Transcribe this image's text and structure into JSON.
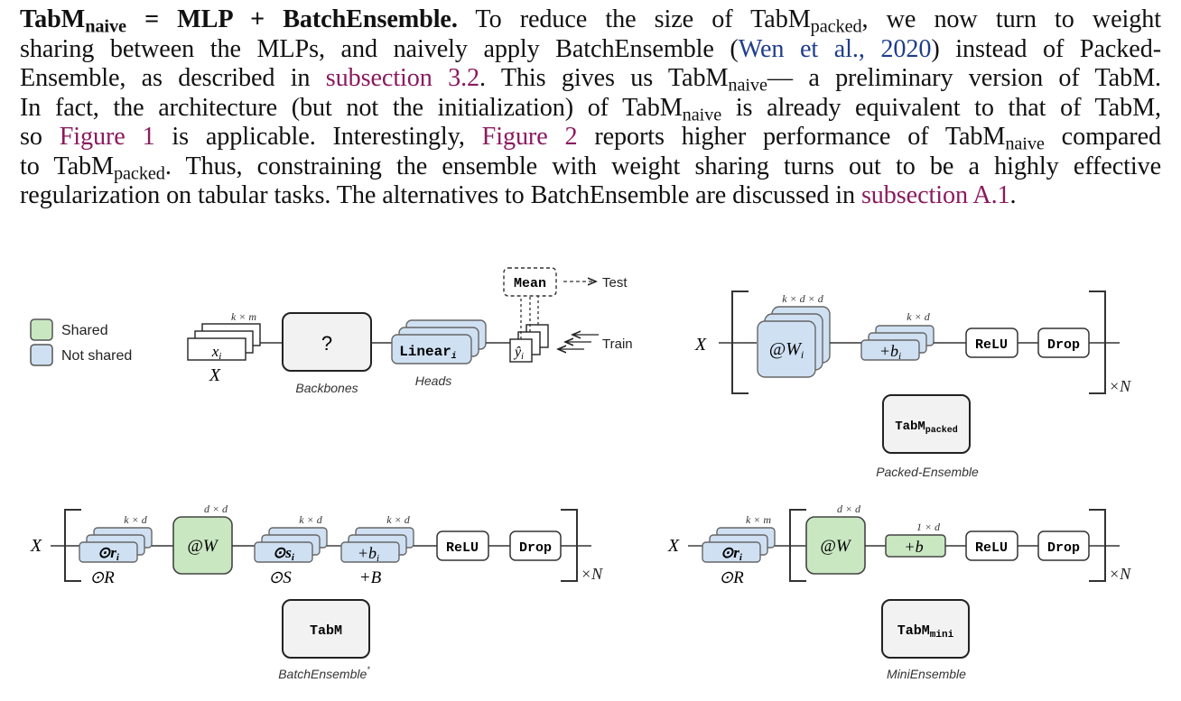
{
  "paragraph": {
    "heading_main": "TabM",
    "heading_sub": "naive",
    "heading_rest": " = MLP + BatchEnsemble.",
    "l1_a": " To reduce the size of TabM",
    "l1_sub": "packed",
    "l1_b": ", we now turn to weight",
    "l2_a": "sharing between the MLPs, and naively apply BatchEnsemble (",
    "l2_link": "Wen et al., 2020",
    "l2_b": ") instead of Packed-",
    "l3_a": "Ensemble, as described in ",
    "l3_link": "subsection 3.2",
    "l3_b": ". This gives us TabM",
    "l3_sub": "naive",
    "l3_c": "— a preliminary version of TabM.",
    "l4_a": "In fact, the architecture (but not the initialization) of TabM",
    "l4_sub": "naive",
    "l4_b": " is already equivalent to that of TabM,",
    "l5_a": "so ",
    "l5_link1": "Figure 1",
    "l5_b": " is applicable. Interestingly, ",
    "l5_link2": "Figure 2",
    "l5_c": " reports higher performance of TabM",
    "l5_sub": "naive",
    "l5_d": " compared",
    "l6_a": "to TabM",
    "l6_sub": "packed",
    "l6_b": ". Thus, constraining the ensemble with weight sharing turns out to be a highly effective",
    "l7_a": "regularization on tabular tasks. The alternatives to BatchEnsemble are discussed in ",
    "l7_link": "subsection A.1",
    "l7_b": "."
  },
  "colors": {
    "shared": "#c9e7c1",
    "not_shared": "#cfe0f2",
    "link_purple": "#8b1a5e",
    "link_blue": "#1f3e8a",
    "model_box": "#f2f2f2"
  },
  "legend": {
    "shared": "Shared",
    "not_shared": "Not shared"
  },
  "overview": {
    "input_dim": "k × m",
    "input_item": "x",
    "input_item_sub": "i",
    "input_label": "X",
    "backbone_symbol": "?",
    "backbone_caption": "Backbones",
    "head_label": "Linear",
    "head_sub": "i",
    "head_caption": "Heads",
    "output_label": "ŷ",
    "output_sub": "i",
    "mean_label": "Mean",
    "test_label": "Test",
    "train_label": "Train"
  },
  "packed": {
    "input": "X",
    "weight_dim": "k × d × d",
    "weight_label": "@W",
    "weight_sub": "i",
    "bias_dim": "k × d",
    "bias_label": "+b",
    "bias_sub": "i",
    "relu": "ReLU",
    "drop": "Drop",
    "repeat": "×N",
    "model": "TabM",
    "model_sub": "packed",
    "caption": "Packed-Ensemble"
  },
  "batch": {
    "input": "X",
    "r_dim": "k × d",
    "r_label": "⊙r",
    "r_sub": "i",
    "r_under": "⊙R",
    "w_dim": "d × d",
    "w_label": "@W",
    "s_dim": "k × d",
    "s_label": "⊙s",
    "s_sub": "i",
    "s_under": "⊙S",
    "b_dim": "k × d",
    "b_label": "+b",
    "b_sub": "i",
    "b_under": "+B",
    "relu": "ReLU",
    "drop": "Drop",
    "repeat": "×N",
    "model": "TabM",
    "caption": "BatchEnsemble",
    "caption_mark": "*"
  },
  "mini": {
    "input": "X",
    "r_dim": "k × m",
    "r_label": "⊙r",
    "r_sub": "i",
    "r_under": "⊙R",
    "w_dim": "d × d",
    "w_label": "@W",
    "b_dim": "1 × d",
    "b_label": "+b",
    "relu": "ReLU",
    "drop": "Drop",
    "repeat": "×N",
    "model": "TabM",
    "model_sub": "mini",
    "caption": "MiniEnsemble"
  }
}
